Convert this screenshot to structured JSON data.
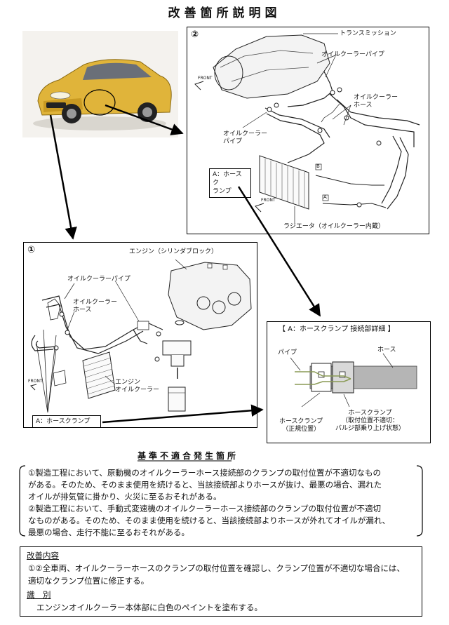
{
  "title": "改善箇所説明図",
  "diagram2": {
    "num": "②",
    "transmission": "トランスミッション",
    "oil_cooler_pipe_top": "オイルクーラーパイプ",
    "oil_cooler_hose": "オイルクーラー\nホース",
    "oil_cooler_pipe_left": "オイルクーラー\nパイプ",
    "hose_clamp_tag": "A：ホースク\nランプ",
    "radiator": "ラジエータ（オイルクーラー内蔵）",
    "front1": "FRONT",
    "front2": "FRONT",
    "callout_a": "A",
    "callout_b": "B"
  },
  "diagram1": {
    "num": "①",
    "engine": "エンジン（シリンダブロック）",
    "oil_cooler_pipe": "オイルクーラーパイプ",
    "oil_cooler_hose": "オイルクーラー\nホース",
    "engine_oil_cooler": "エンジン\nオイルクーラー",
    "hose_clamp_tag": "A：ホースクランプ",
    "front": "FRONT"
  },
  "detail": {
    "heading": "【 A：ホースクランプ 接続部詳細 】",
    "pipe": "パイプ",
    "hose": "ホース",
    "clamp_correct": "ホースクランプ\n（正規位置）",
    "clamp_wrong": "ホースクランプ\n（取付位置不適切：\nバルジ部乗り上げ状態）"
  },
  "defect": {
    "heading": "基準不適合発生箇所",
    "lines": [
      "①製造工程において、原動機のオイルクーラーホース接続部のクランプの取付位置が不適切なもの",
      "がある。そのため、そのまま使用を続けると、当該接続部よりホースが抜け、最悪の場合、漏れた",
      "オイルが排気管に掛かり、火災に至るおそれがある。",
      "②製造工程において、手動式変速機のオイルクーラーホース接続部のクランプの取付位置が不適切",
      "なものがある。そのため、そのまま使用を続けると、当該接続部よりホースが外れてオイルが漏れ、",
      "最悪の場合、走行不能に至るおそれがある。"
    ]
  },
  "improvement": {
    "heading": "改善内容",
    "text1": "①②全車両、オイルクーラーホースのクランプの取付位置を確認し、クランプ位置が不適切な場合には、",
    "text2": "適切なクランプ位置に修正する。",
    "id_heading": "識　別",
    "id_text": "エンジンオイルクーラー本体部に白色のペイントを塗布する。"
  },
  "colors": {
    "car_body": "#e0b43a",
    "hose_fill": "#b5b5b5",
    "pipe_green": "#8a9a55"
  }
}
